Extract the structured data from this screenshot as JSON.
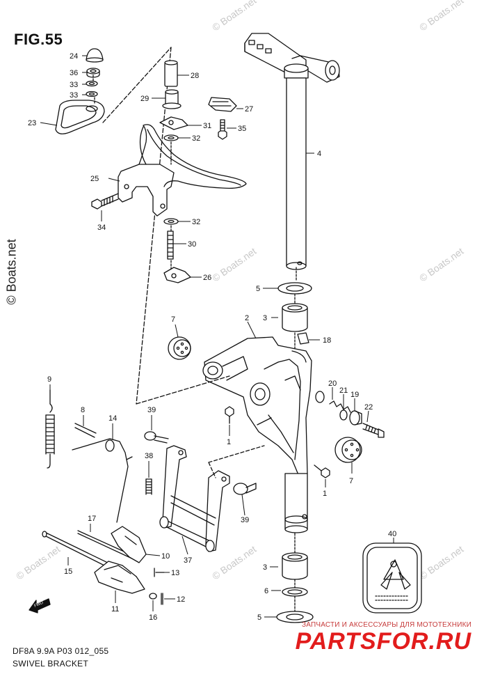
{
  "figure": {
    "title": "FIG.55",
    "code": "DF8A 9.9A P03 012_055",
    "name": "SWIVEL BRACKET"
  },
  "watermark": {
    "side": "© Boats.net",
    "small": "© Boats.net"
  },
  "promo": {
    "line1": "ЗАПЧАСТИ И АКСЕССУАРЫ ДЛЯ МОТОТЕХНИКИ",
    "line2": "PARTSFOR.RU"
  },
  "callouts": {
    "c1a": "1",
    "c1b": "1",
    "c2": "2",
    "c3a": "3",
    "c3b": "3",
    "c4": "4",
    "c5a": "5",
    "c5b": "5",
    "c6": "6",
    "c7a": "7",
    "c7b": "7",
    "c8": "8",
    "c9": "9",
    "c10": "10",
    "c11": "11",
    "c12": "12",
    "c13": "13",
    "c14": "14",
    "c15": "15",
    "c16": "16",
    "c17": "17",
    "c18": "18",
    "c19": "19",
    "c20": "20",
    "c21": "21",
    "c22": "22",
    "c23": "23",
    "c24": "24",
    "c25": "25",
    "c26": "26",
    "c27": "27",
    "c28": "28",
    "c29": "29",
    "c30": "30",
    "c31": "31",
    "c32a": "32",
    "c32b": "32",
    "c33a": "33",
    "c33b": "33",
    "c34": "34",
    "c35": "35",
    "c36": "36",
    "c37": "37",
    "c38": "38",
    "c39a": "39",
    "c39b": "39",
    "c40": "40"
  },
  "fwd_label": "FWD"
}
